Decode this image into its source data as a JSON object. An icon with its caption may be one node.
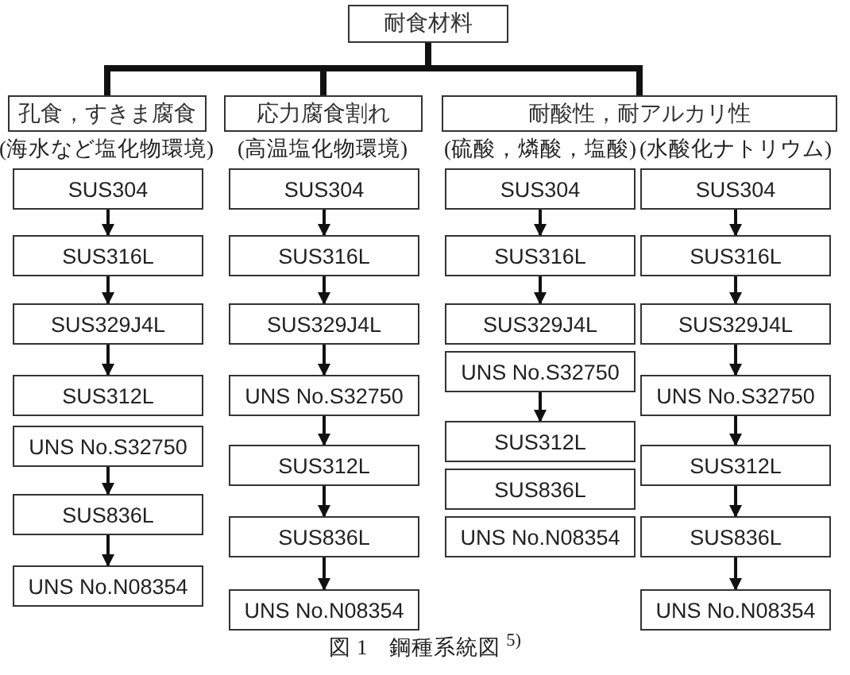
{
  "diagram": {
    "caption": "図 1　鋼種系統図 $^{5)}$",
    "nodes": [
      {
        "text": [
          "耐食材料"
        ]
      },
      {
        "text": [
          "孔食，すきま腐食"
        ],
        "beside": [
          "(海水など塩化物環境)"
        ]
      },
      {
        "text": [
          "応力腐食割れ"
        ],
        "beside": [
          "(高温塩化物環境)"
        ]
      },
      {
        "text": [
          "耐酸性，耐アルカリ性"
        ],
        "beside": [
          "(硫酸，燐酸，塩酸)",
          "(水酸化ナトリウム)"
        ]
      },
      {
        "text": [
          "SUS304"
        ]
      },
      {
        "text": [
          "SUS316L"
        ]
      },
      {
        "text": [
          "SUS329J4L"
        ]
      },
      {
        "text": [
          "SUS312L"
        ]
      },
      {
        "text": [
          "UNS No.S32750"
        ]
      },
      {
        "text": [
          "SUS836L"
        ]
      },
      {
        "text": [
          "UNS No.N08354"
        ]
      },
      {
        "text": [
          "SUS304"
        ]
      },
      {
        "text": [
          "SUS316L"
        ]
      },
      {
        "text": [
          "SUS329J4L"
        ]
      },
      {
        "text": [
          "UNS No.S32750"
        ]
      },
      {
        "text": [
          "SUS312L"
        ]
      },
      {
        "text": [
          "SUS836L"
        ]
      },
      {
        "text": [
          "UNS No.N08354"
        ]
      },
      {
        "text": [
          "SUS304"
        ]
      },
      {
        "text": [
          "SUS316L"
        ]
      },
      {
        "text": [
          "SUS329J4L"
        ]
      },
      {
        "text": [
          "UNS No.S32750"
        ]
      },
      {
        "text": [
          "SUS312L"
        ]
      },
      {
        "text": [
          "SUS836L"
        ]
      },
      {
        "text": [
          "UNS No.N08354"
        ]
      },
      {
        "text": [
          "SUS304"
        ]
      },
      {
        "text": [
          "SUS316L"
        ]
      },
      {
        "text": [
          "SUS329J4L"
        ]
      },
      {
        "text": [
          "UNS No.S32750"
        ]
      },
      {
        "text": [
          "SUS312L"
        ]
      },
      {
        "text": [
          "SUS836L"
        ]
      },
      {
        "text": [
          "UNS No.N08354"
        ]
      }
    ],
    "edges": [
      {
        "from": 0,
        "to": 1,
        "arrow": "none",
        "style": "thick"
      },
      {
        "from": 0,
        "to": 2,
        "arrow": "none",
        "style": "thick"
      },
      {
        "from": 0,
        "to": 3,
        "arrow": "none",
        "style": "thick"
      },
      {
        "from": 4,
        "to": 5,
        "arrow": "to"
      },
      {
        "from": 5,
        "to": 6,
        "arrow": "to"
      },
      {
        "from": 6,
        "to": 7,
        "arrow": "to"
      },
      {
        "from": 8,
        "to": 9,
        "arrow": "to"
      },
      {
        "from": 9,
        "to": 10,
        "arrow": "to"
      },
      {
        "from": 11,
        "to": 12,
        "arrow": "to"
      },
      {
        "from": 12,
        "to": 13,
        "arrow": "to"
      },
      {
        "from": 13,
        "to": 14,
        "arrow": "to"
      },
      {
        "from": 14,
        "to": 15,
        "arrow": "to"
      },
      {
        "from": 15,
        "to": 16,
        "arrow": "to"
      },
      {
        "from": 16,
        "to": 17,
        "arrow": "to"
      },
      {
        "from": 18,
        "to": 19,
        "arrow": "to"
      },
      {
        "from": 19,
        "to": 20,
        "arrow": "to"
      },
      {
        "from": 21,
        "to": 22,
        "arrow": "to"
      },
      {
        "from": 25,
        "to": 26,
        "arrow": "to"
      },
      {
        "from": 26,
        "to": 27,
        "arrow": "to"
      },
      {
        "from": 27,
        "to": 28,
        "arrow": "to"
      },
      {
        "from": 28,
        "to": 29,
        "arrow": "to"
      },
      {
        "from": 29,
        "to": 30,
        "arrow": "to"
      },
      {
        "from": 30,
        "to": 31,
        "arrow": "to"
      }
    ]
  }
}
